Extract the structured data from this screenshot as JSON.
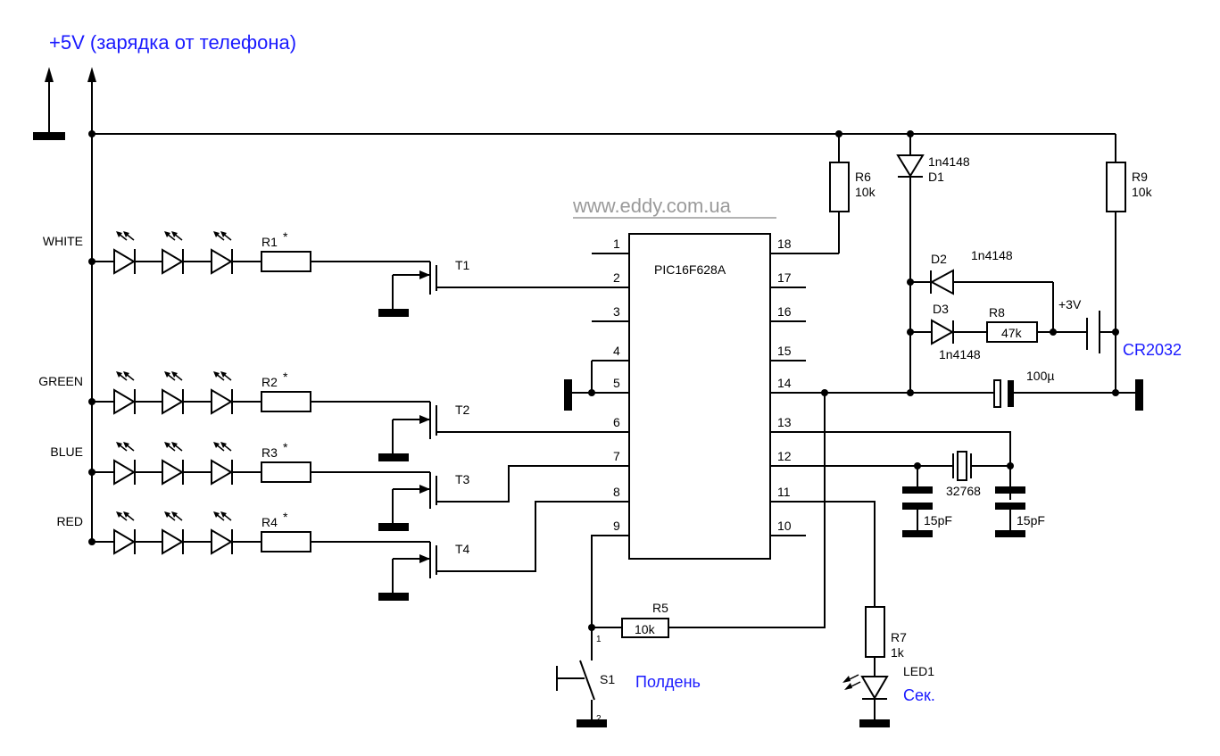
{
  "title": "+5V (зарядка от телефона)",
  "watermark": "www.eddy.com.ua",
  "chip": {
    "name": "PIC16F628A",
    "left_pins": [
      "1",
      "2",
      "3",
      "4",
      "5",
      "6",
      "7",
      "8",
      "9"
    ],
    "right_pins": [
      "18",
      "17",
      "16",
      "15",
      "14",
      "13",
      "12",
      "11",
      "10"
    ]
  },
  "channels": [
    {
      "name": "WHITE",
      "resistor": "R1",
      "star": "*",
      "transistor": "T1"
    },
    {
      "name": "GREEN",
      "resistor": "R2",
      "star": "*",
      "transistor": "T2"
    },
    {
      "name": "BLUE",
      "resistor": "R3",
      "star": "*",
      "transistor": "T3"
    },
    {
      "name": "RED",
      "resistor": "R4",
      "star": "*",
      "transistor": "T4"
    }
  ],
  "parts": {
    "r6": {
      "ref": "R6",
      "value": "10k"
    },
    "r9": {
      "ref": "R9",
      "value": "10k"
    },
    "d1": {
      "ref": "D1",
      "type": "1n4148"
    },
    "d2": {
      "ref": "D2",
      "type": "1n4148"
    },
    "d3": {
      "ref": "D3",
      "type": "1n4148"
    },
    "r8": {
      "ref": "R8",
      "value": "47k"
    },
    "battery": {
      "voltage": "+3V",
      "name": "CR2032"
    },
    "cap100": {
      "value": "100µ"
    },
    "crystal": {
      "value": "32768"
    },
    "c15a": {
      "value": "15pF"
    },
    "c15b": {
      "value": "15pF"
    },
    "r5": {
      "ref": "R5",
      "value": "10k"
    },
    "r7": {
      "ref": "R7",
      "value": "1k"
    },
    "led1": {
      "ref": "LED1",
      "note": "Сек."
    },
    "s1": {
      "ref": "S1",
      "note": "Полдень",
      "pin1": "1",
      "pin2": "2"
    }
  },
  "colors": {
    "ink": "#000000",
    "accent": "#1a1aff",
    "watermark": "#9a9a9a"
  }
}
